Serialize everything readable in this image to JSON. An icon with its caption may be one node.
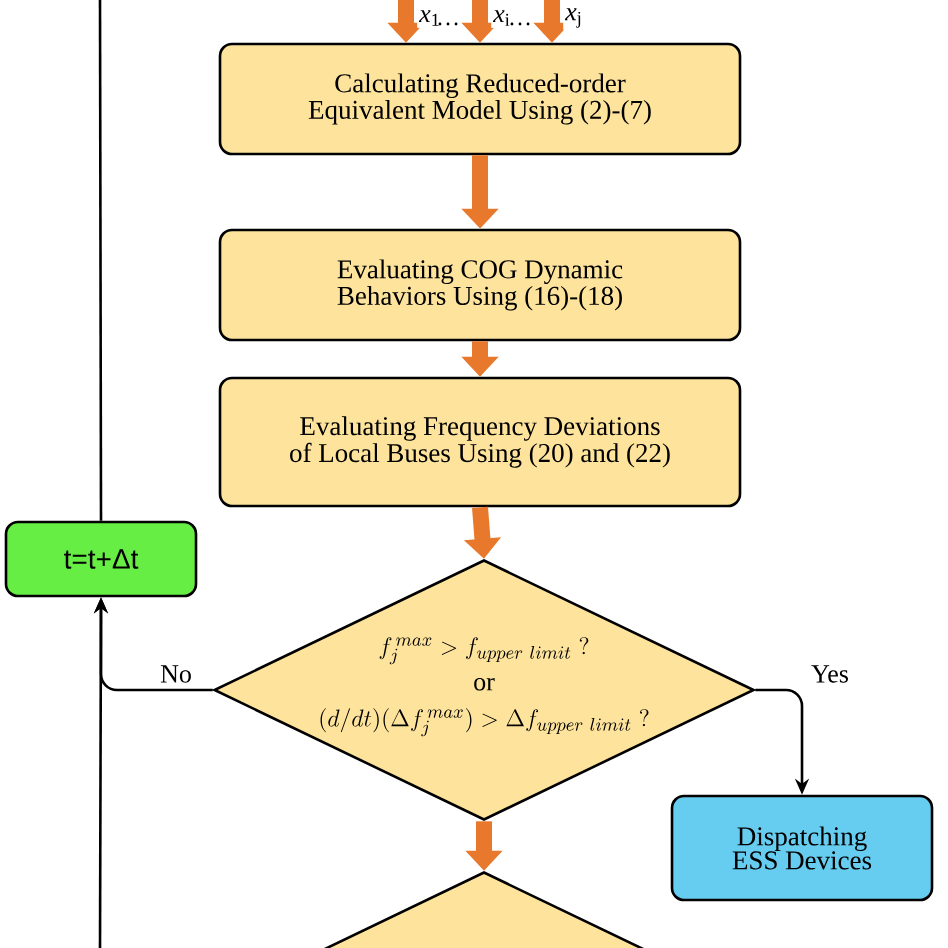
{
  "diagram": {
    "nodes": [
      {
        "text": [
          "Calculating Reduced-order Equivalent Model Using (2)-(7)"
        ]
      },
      {
        "text": [
          "Evaluating COG Dynamic Behaviors Using (16)-(18)"
        ]
      },
      {
        "text": [
          "Evaluating Frequency Deviations of Local Buses Using (20) and (22)"
        ]
      },
      {
        "text": [
          "t=t+Δt"
        ]
      },
      {
        "text": [
          "f_{j}^{\\,max} > f_{upper\\ limit}\\ ?",
          "or",
          "(d/dt)(\\Delta f_{j}^{\\,max}) > \\Delta f_{upper\\ limit}\\ ?"
        ]
      },
      {
        "text": [
          "Dispatching ESS Devices"
        ]
      },
      {
        "text": [],
        "shape": "diamond"
      }
    ],
    "edges": [
      {
        "from": null,
        "to": 0,
        "arrow": "to",
        "label": "*x*$_{1}$"
      },
      {
        "from": null,
        "to": 0,
        "arrow": "to",
        "label": "*x*$_{i}$"
      },
      {
        "from": null,
        "to": 0,
        "arrow": "to",
        "label": "*x*$_{j}$"
      },
      {
        "from": 0,
        "to": 1,
        "arrow": "to"
      },
      {
        "from": 1,
        "to": 2,
        "arrow": "to"
      },
      {
        "from": 2,
        "to": 4,
        "arrow": "to"
      },
      {
        "from": 4,
        "to": 6,
        "arrow": "to"
      },
      {
        "from": 4,
        "to": 3,
        "arrow": "to",
        "label": "No",
        "color": "#000000"
      },
      {
        "from": null,
        "to": 3,
        "arrow": "to",
        "color": "#000000"
      },
      {
        "from": 3,
        "to": null,
        "arrow": "none",
        "color": "#000000"
      },
      {
        "from": 4,
        "to": 5,
        "arrow": "to",
        "label": "Yes",
        "color": "#000000"
      }
    ],
    "labels": [
      "…",
      "…"
    ]
  }
}
